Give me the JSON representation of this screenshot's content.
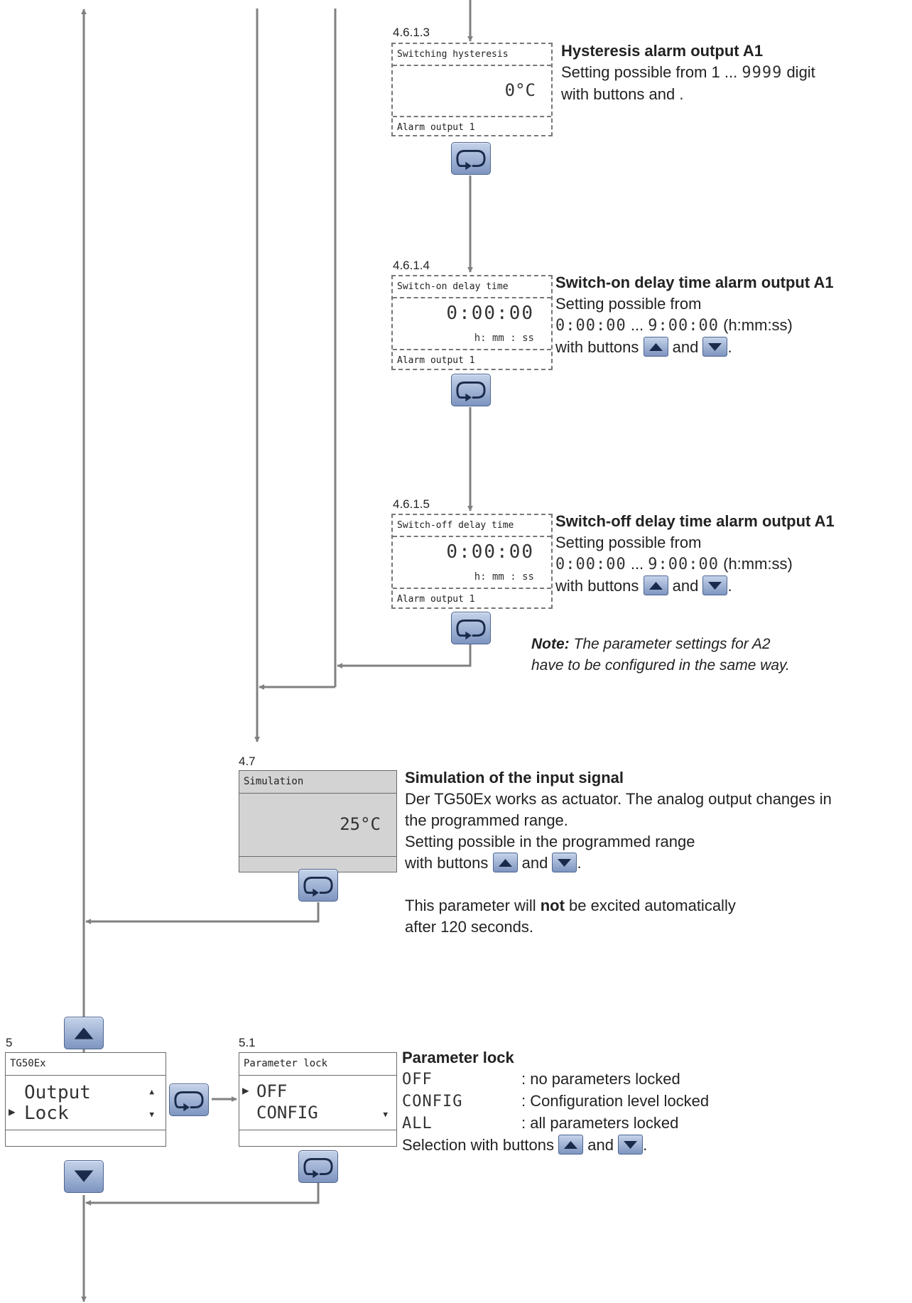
{
  "step_4_6_1_3": {
    "number": "4.6.1.3",
    "lcd_header": "Switching hysteresis",
    "lcd_value": "0°C",
    "lcd_footer": "Alarm output 1",
    "title": "Hysteresis alarm output A1",
    "line1_text": "Setting possible from 1 ... ",
    "line1_value": "9999",
    "line1_unit": " digit",
    "line2": "with buttons  and ."
  },
  "step_4_6_1_4": {
    "number": "4.6.1.4",
    "lcd_header": "Switch-on delay time",
    "lcd_value": "0:00:00",
    "lcd_units": "h: mm : ss",
    "lcd_footer": "Alarm output 1",
    "title": "Switch-on delay time alarm output A1",
    "line1": "Setting possible from",
    "range_from": "0:00:00",
    "range_sep": " ... ",
    "range_to": "9:00:00",
    "range_unit": " (h:mm:ss)",
    "line3_a": "with buttons ",
    "line3_b": " and ",
    "line3_c": "."
  },
  "step_4_6_1_5": {
    "number": "4.6.1.5",
    "lcd_header": "Switch-off delay time",
    "lcd_value": "0:00:00",
    "lcd_units": "h: mm : ss",
    "lcd_footer": "Alarm output 1",
    "title": "Switch-off delay time alarm output A1",
    "line1": "Setting possible from",
    "range_from": "0:00:00",
    "range_sep": " ... ",
    "range_to": "9:00:00",
    "range_unit": " (h:mm:ss)",
    "line3_a": "with buttons ",
    "line3_b": " and ",
    "line3_c": "."
  },
  "note": {
    "label": "Note:",
    "line1": " The parameter settings for A2",
    "line2": "have to be configured in the same way."
  },
  "step_4_7": {
    "number": "4.7",
    "lcd_header": "Simulation",
    "lcd_value": "25°C",
    "title": "Simulation of the input signal",
    "line1": "Der TG50Ex works as actuator. The analog output changes in",
    "line2": "the programmed range.",
    "line3": "Setting possible in the programmed range",
    "line4_a": "with buttons ",
    "line4_b": " and ",
    "line4_c": ".",
    "line5_a": "This parameter will ",
    "line5_bold": "not",
    "line5_b": " be excited automatically",
    "line6": "after 120 seconds."
  },
  "step_5": {
    "number": "5",
    "lcd_header": "TG50Ex",
    "item1": "Output",
    "item2": "Lock"
  },
  "step_5_1": {
    "number": "5.1",
    "lcd_header": "Parameter lock",
    "item1": "OFF",
    "item2": "CONFIG",
    "title": "Parameter lock",
    "options": [
      {
        "code": "OFF",
        "desc": ": no parameters locked"
      },
      {
        "code": "CONFIG",
        "desc": ": Configuration level locked"
      },
      {
        "code": "ALL",
        "desc": ": all parameters locked"
      }
    ],
    "sel_a": "Selection with buttons ",
    "sel_b": " and ",
    "sel_c": "."
  },
  "icons": {
    "enter": "enter-loop-icon",
    "up": "triangle-up-icon",
    "down": "triangle-down-icon"
  },
  "colors": {
    "button_top": "#c5d3ea",
    "button_bottom": "#7e95c0",
    "button_border": "#4d6591",
    "arrow": "#808080",
    "simulation_lcd": "#d3d3d3"
  }
}
